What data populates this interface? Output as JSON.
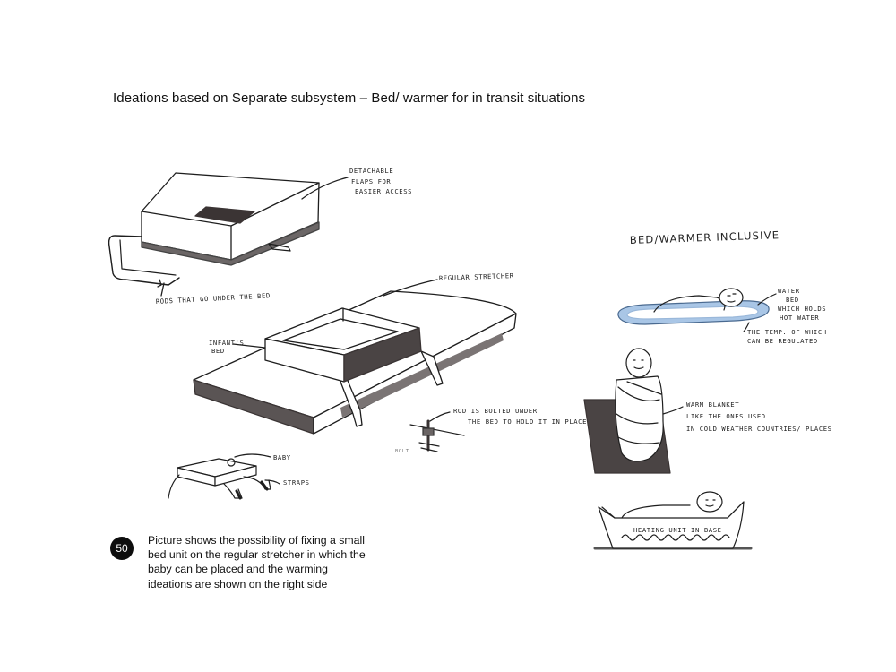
{
  "page": {
    "title": "Ideations based on Separate subsystem – Bed/ warmer for in transit situations",
    "number": "50",
    "caption_lines": [
      "Picture shows the possibility of fixing a small",
      "bed unit on the regular stretcher in which the",
      "baby can be placed and the warming",
      "ideations are shown on the right side"
    ]
  },
  "left_sketch": {
    "annotations": {
      "detachable": [
        "DETACHABLE",
        "FLAPS FOR",
        "EASIER ACCESS"
      ],
      "rods_under": "RODS THAT GO UNDER THE BED",
      "regular_stretcher": "REGULAR STRETCHER",
      "infants_bed": [
        "INFANT'S",
        "BED"
      ],
      "rod_bolted": [
        "ROD IS BOLTED UNDER",
        "THE BED TO HOLD IT IN PLACE"
      ],
      "bolt": "BOLT",
      "baby": "BABY",
      "straps": "STRAPS"
    }
  },
  "right_sketch": {
    "title": "BED/WARMER INCLUSIVE",
    "annotations": {
      "water_bed": [
        "WATER",
        "BED",
        "WHICH HOLDS",
        "HOT WATER"
      ],
      "temp": [
        "THE TEMP. OF WHICH",
        "CAN BE REGULATED"
      ],
      "warm_blanket": [
        "WARM BLANKET",
        "LIKE THE ONES USED",
        "IN COLD WEATHER COUNTRIES/ PLACES"
      ],
      "heating_unit": "HEATING UNIT IN BASE"
    }
  },
  "colors": {
    "ink": "#1e1e1e",
    "marker_gray": "#4a4444",
    "water_blue": "#a9c6e6"
  }
}
